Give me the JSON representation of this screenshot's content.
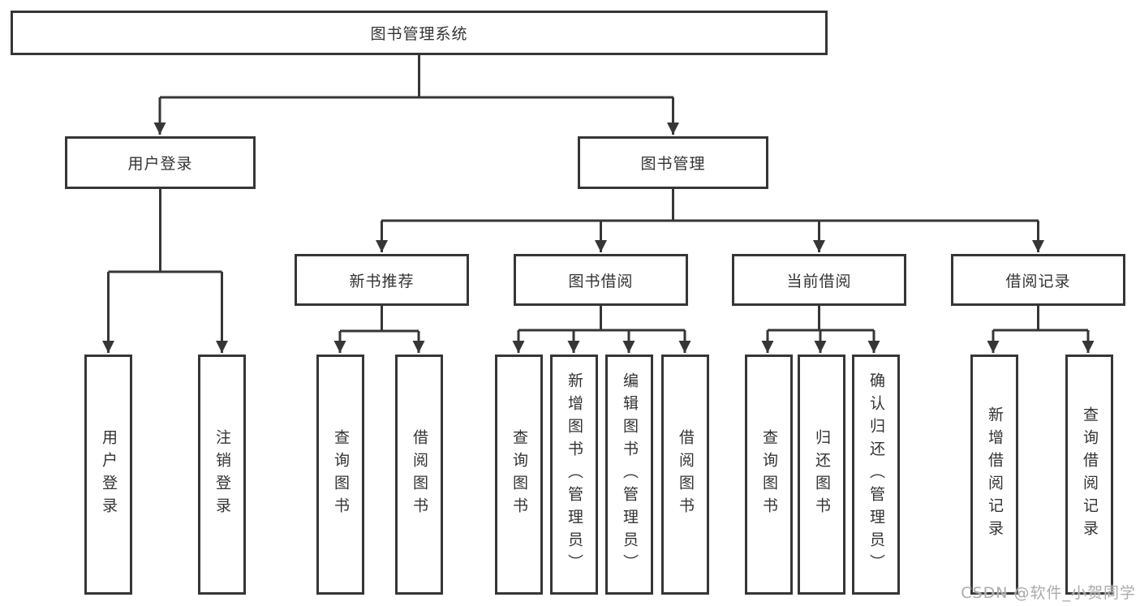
{
  "title": "图书管理系统",
  "tree": {
    "root": {
      "label": "图书管理系统",
      "children": [
        {
          "label": "用户登录",
          "children": [
            {
              "label": "用户登录"
            },
            {
              "label": "注销登录"
            }
          ]
        },
        {
          "label": "图书管理",
          "children": [
            {
              "label": "新书推荐",
              "children": [
                {
                  "label": "查询图书"
                },
                {
                  "label": "借阅图书"
                }
              ]
            },
            {
              "label": "图书借阅",
              "children": [
                {
                  "label": "查询图书"
                },
                {
                  "label": "新增图书（管理员）"
                },
                {
                  "label": "编辑图书（管理员）"
                },
                {
                  "label": "借阅图书"
                }
              ]
            },
            {
              "label": "当前借阅",
              "children": [
                {
                  "label": "查询图书"
                },
                {
                  "label": "归还图书"
                },
                {
                  "label": "确认归还（管理员）"
                }
              ]
            },
            {
              "label": "借阅记录",
              "children": [
                {
                  "label": "新增借阅记录"
                },
                {
                  "label": "查询借阅记录"
                }
              ]
            }
          ]
        }
      ]
    }
  },
  "watermark": "CSDN @软件_小贺同学",
  "colors": {
    "line": "#363636",
    "text": "#333333",
    "watermark": "#ababab",
    "background": "#ffffff"
  }
}
